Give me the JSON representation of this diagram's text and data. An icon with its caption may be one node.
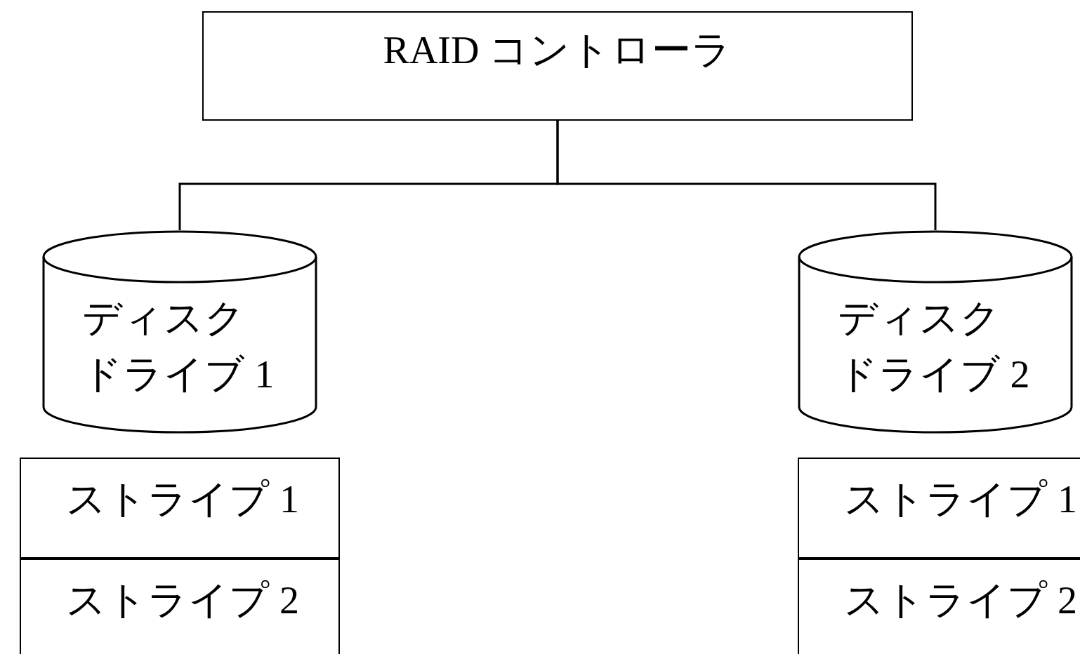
{
  "diagram": {
    "nodes": [
      {
        "text": [
          "RAID コントローラ"
        ]
      },
      {
        "text": [
          "ディスクドライブ 1"
        ]
      },
      {
        "text": [
          "ディスクドライブ 2"
        ]
      },
      {
        "text": [
          "ストライプ 1"
        ]
      },
      {
        "text": [
          "ストライプ 2"
        ]
      },
      {
        "text": [
          "ストライプ 1"
        ]
      },
      {
        "text": [
          "ストライプ 2"
        ]
      }
    ],
    "edges": [
      {
        "from": 0,
        "to": 1,
        "arrow": "none"
      },
      {
        "from": 0,
        "to": 2,
        "arrow": "none"
      }
    ]
  }
}
